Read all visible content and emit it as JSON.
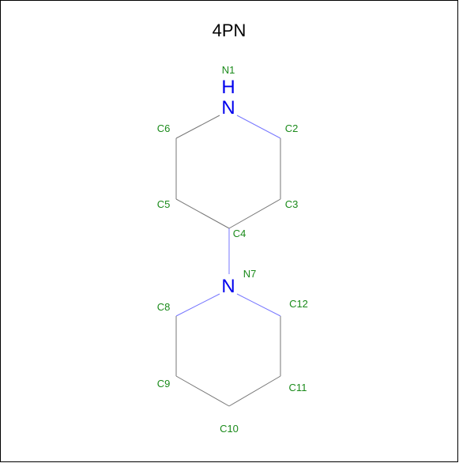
{
  "title": "4PN",
  "colors": {
    "carbon_bond": "#777777",
    "nitrogen_bond": "#7777ff",
    "nitrogen_symbol": "#0000ee",
    "atom_label": "#1a8a1a"
  },
  "atoms": {
    "N1": {
      "label": "N1",
      "symbol": "N",
      "hydrogen": "H"
    },
    "C2": {
      "label": "C2"
    },
    "C3": {
      "label": "C3"
    },
    "C4": {
      "label": "C4"
    },
    "C5": {
      "label": "C5"
    },
    "C6": {
      "label": "C6"
    },
    "N7": {
      "label": "N7",
      "symbol": "N"
    },
    "C8": {
      "label": "C8"
    },
    "C9": {
      "label": "C9"
    },
    "C10": {
      "label": "C10"
    },
    "C11": {
      "label": "C11"
    },
    "C12": {
      "label": "C12"
    }
  },
  "bonds": [
    [
      "N1",
      "C2"
    ],
    [
      "C2",
      "C3"
    ],
    [
      "C3",
      "C4"
    ],
    [
      "C4",
      "C5"
    ],
    [
      "C5",
      "C6"
    ],
    [
      "C6",
      "N1"
    ],
    [
      "C4",
      "N7"
    ],
    [
      "N7",
      "C8"
    ],
    [
      "C8",
      "C9"
    ],
    [
      "C9",
      "C10"
    ],
    [
      "C10",
      "C11"
    ],
    [
      "C11",
      "C12"
    ],
    [
      "C12",
      "N7"
    ]
  ]
}
